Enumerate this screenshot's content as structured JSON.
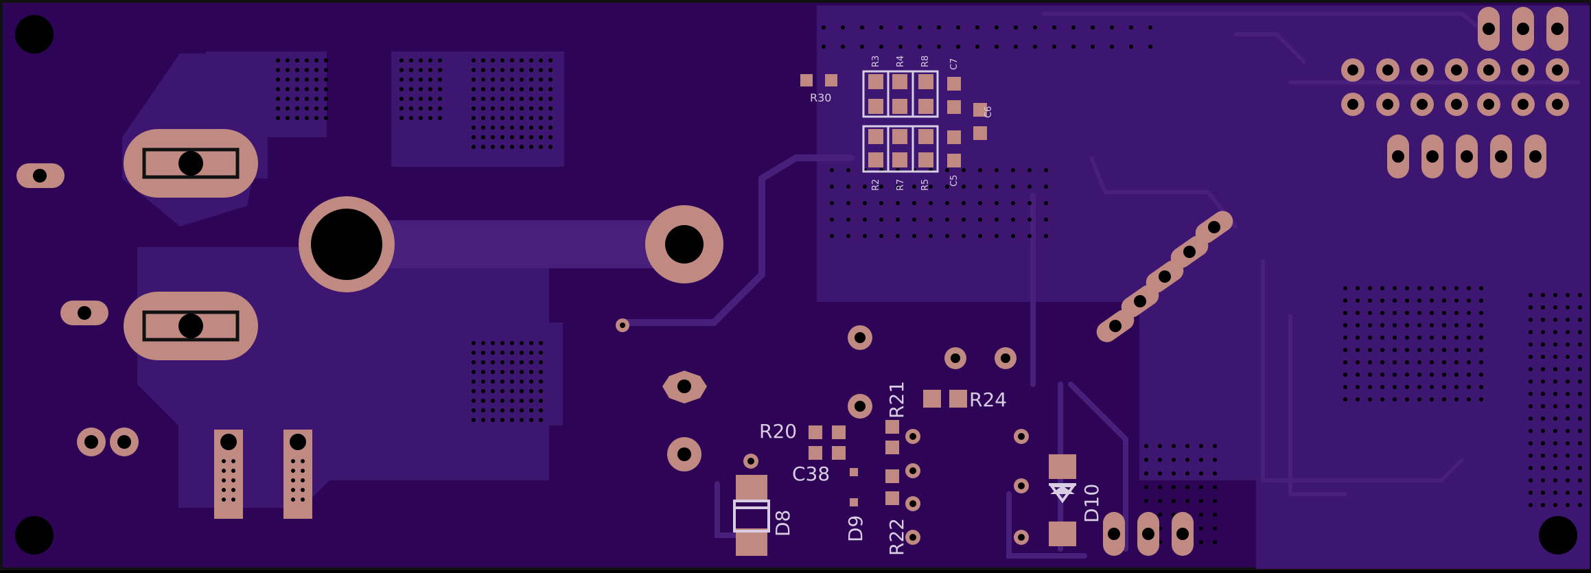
{
  "board": {
    "colors": {
      "substrate": "#2e0556",
      "pour": "#3c1670",
      "trace": "#48207c",
      "pad": "#c08a82",
      "silk": "#d9cde3",
      "hole": "#000000",
      "edge": "#111111"
    },
    "labels": {
      "r30": "R30",
      "r3": "R3",
      "r4": "R4",
      "r8": "R8",
      "c7": "C7",
      "c6": "C6",
      "r2": "R2",
      "r7": "R7",
      "r5": "R5",
      "c5": "C5",
      "r21": "R21",
      "r24": "R24",
      "r20": "R20",
      "c38": "C38",
      "d8": "D8",
      "d9": "D9",
      "r22": "R22",
      "d10": "D10"
    }
  }
}
